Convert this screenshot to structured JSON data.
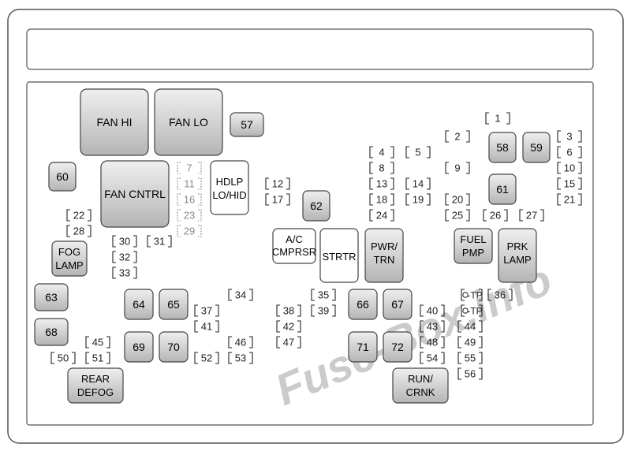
{
  "relays": {
    "fan_hi": "FAN HI",
    "fan_lo": "FAN LO",
    "fan_cntrl": "FAN CNTRL",
    "hdlp_1": "HDLP",
    "hdlp_2": "LO/HID",
    "fog_1": "FOG",
    "fog_2": "LAMP",
    "ac_1": "A/C",
    "ac_2": "CMPRSR",
    "strtr": "STRTR",
    "pwr_1": "PWR/",
    "pwr_2": "TRN",
    "fuel_1": "FUEL",
    "fuel_2": "PMP",
    "prk_1": "PRK",
    "prk_2": "LAMP",
    "rear_1": "REAR",
    "rear_2": "DEFOG",
    "run_1": "RUN/",
    "run_2": "CRNK"
  },
  "mini_relays": [
    "57",
    "60",
    "62",
    "58",
    "59",
    "61",
    "63",
    "64",
    "65",
    "66",
    "67",
    "68",
    "69",
    "70",
    "71",
    "72"
  ],
  "fuses": {
    "f1": "1",
    "f2": "2",
    "f3": "3",
    "f4": "4",
    "f5": "5",
    "f6": "6",
    "f7": "7",
    "f8": "8",
    "f9": "9",
    "f10": "10",
    "f11": "11",
    "f12": "12",
    "f13": "13",
    "f14": "14",
    "f15": "15",
    "f16": "16",
    "f17": "17",
    "f18": "18",
    "f19": "19",
    "f20": "20",
    "f21": "21",
    "f22": "22",
    "f23": "23",
    "f24": "24",
    "f25": "25",
    "f26": "26",
    "f27": "27",
    "f28": "28",
    "f29": "29",
    "f30": "30",
    "f31": "31",
    "f32": "32",
    "f33": "33",
    "f34": "34",
    "f35": "35",
    "f36": "36",
    "f37": "37",
    "f38": "38",
    "f39": "39",
    "f40": "40",
    "f41": "41",
    "f42": "42",
    "f43": "43",
    "f44": "44",
    "f45": "45",
    "f46": "46",
    "f47": "47",
    "f48": "48",
    "f49": "49",
    "f50": "50",
    "f51": "51",
    "f52": "52",
    "f53": "53",
    "f54": "54",
    "f55": "55",
    "f56": "56",
    "tp1": "TP",
    "tp2": "TP"
  },
  "watermark": "Fuse-Box.info"
}
